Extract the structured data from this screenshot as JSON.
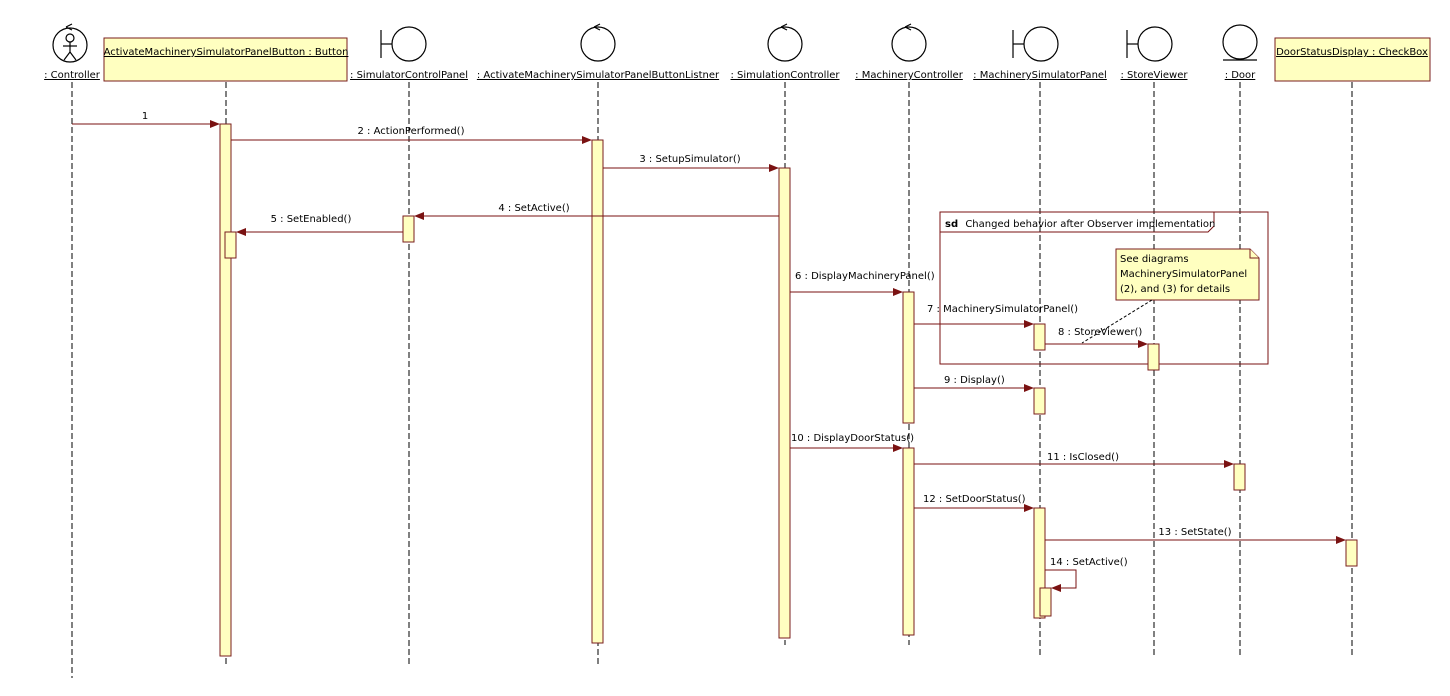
{
  "participants": [
    {
      "id": "controller",
      "kind": "actor",
      "label": ": Controller"
    },
    {
      "id": "button",
      "kind": "object",
      "label": "ActivateMachinerySimulatorPanelButton : Button"
    },
    {
      "id": "scp",
      "kind": "boundary",
      "label": ": SimulatorControlPanel"
    },
    {
      "id": "listener",
      "kind": "control",
      "label": ": ActivateMachinerySimulatorPanelButtonListner"
    },
    {
      "id": "simctl",
      "kind": "control",
      "label": ": SimulationController"
    },
    {
      "id": "machctl",
      "kind": "control",
      "label": ": MachineryController"
    },
    {
      "id": "msp",
      "kind": "boundary",
      "label": ": MachinerySimulatorPanel"
    },
    {
      "id": "storeviewer",
      "kind": "boundary",
      "label": ": StoreViewer"
    },
    {
      "id": "door",
      "kind": "entity",
      "label": ": Door"
    },
    {
      "id": "checkbox",
      "kind": "object",
      "label": "DoorStatusDisplay : CheckBox"
    }
  ],
  "messages": [
    {
      "label": "1",
      "from": "controller",
      "to": "button"
    },
    {
      "label": "2 : ActionPerformed()",
      "from": "button",
      "to": "listener"
    },
    {
      "label": "3 : SetupSimulator()",
      "from": "listener",
      "to": "simctl"
    },
    {
      "label": "4 : SetActive()",
      "from": "simctl",
      "to": "scp"
    },
    {
      "label": "5 : SetEnabled()",
      "from": "scp",
      "to": "button"
    },
    {
      "label": "6 : DisplayMachineryPanel()",
      "from": "simctl",
      "to": "machctl"
    },
    {
      "label": "7 : MachinerySimulatorPanel()",
      "from": "machctl",
      "to": "msp"
    },
    {
      "label": "8 : StoreViewer()",
      "from": "msp",
      "to": "storeviewer"
    },
    {
      "label": "9 : Display()",
      "from": "machctl",
      "to": "msp"
    },
    {
      "label": "10 : DisplayDoorStatus()",
      "from": "simctl",
      "to": "machctl"
    },
    {
      "label": "11 : IsClosed()",
      "from": "machctl",
      "to": "door"
    },
    {
      "label": "12 : SetDoorStatus()",
      "from": "machctl",
      "to": "msp"
    },
    {
      "label": "13 : SetState()",
      "from": "msp",
      "to": "checkbox"
    },
    {
      "label": "14 : SetActive()",
      "from": "msp",
      "to": "msp"
    }
  ],
  "fragment": {
    "keyword": "sd",
    "title": "Changed behavior after Observer implementation"
  },
  "note": {
    "lines": [
      "See diagrams",
      "MachinerySimulatorPanel",
      "(2), and (3) for details"
    ]
  },
  "colors": {
    "activation_fill": "#ffffc0",
    "arrow": "#7a1212"
  }
}
